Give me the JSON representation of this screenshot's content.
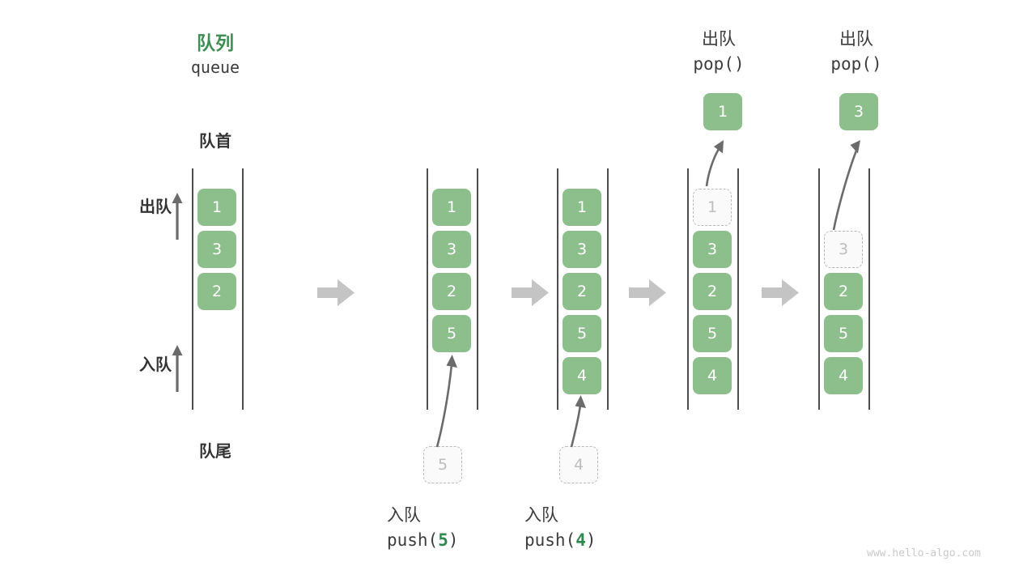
{
  "diagram": {
    "title_cn": "队列",
    "title_code": "queue",
    "front_label": "队首",
    "rear_label": "队尾",
    "dequeue_label": "出队",
    "enqueue_label": "入队",
    "watermark": "www.hello-algo.com",
    "colors": {
      "element": "#8cbf8c",
      "accent": "#3f8f55",
      "ghost_border": "#b9b9b9",
      "rail": "#4d4d4d",
      "step_arrow": "#c4c4c4",
      "curve_arrow": "#6b6b6b"
    }
  },
  "stages": [
    {
      "id": "initial",
      "cells": [
        {
          "value": "1",
          "ghost": false
        },
        {
          "value": "3",
          "ghost": false
        },
        {
          "value": "2",
          "ghost": false
        }
      ]
    },
    {
      "id": "push-5",
      "cells": [
        {
          "value": "1",
          "ghost": false
        },
        {
          "value": "3",
          "ghost": false
        },
        {
          "value": "2",
          "ghost": false
        },
        {
          "value": "5",
          "ghost": false
        }
      ],
      "incoming_value": "5",
      "op_cn": "入队",
      "op_code_pre": "push(",
      "op_code_num": "5",
      "op_code_post": ")"
    },
    {
      "id": "push-4",
      "cells": [
        {
          "value": "1",
          "ghost": false
        },
        {
          "value": "3",
          "ghost": false
        },
        {
          "value": "2",
          "ghost": false
        },
        {
          "value": "5",
          "ghost": false
        },
        {
          "value": "4",
          "ghost": false
        }
      ],
      "incoming_value": "4",
      "op_cn": "入队",
      "op_code_pre": "push(",
      "op_code_num": "4",
      "op_code_post": ")"
    },
    {
      "id": "pop-1",
      "cells": [
        {
          "value": "1",
          "ghost": true
        },
        {
          "value": "3",
          "ghost": false
        },
        {
          "value": "2",
          "ghost": false
        },
        {
          "value": "5",
          "ghost": false
        },
        {
          "value": "4",
          "ghost": false
        }
      ],
      "popped_value": "1",
      "op_cn": "出队",
      "op_code": "pop()"
    },
    {
      "id": "pop-3",
      "cells": [
        {
          "value": "",
          "ghost": false,
          "empty": true
        },
        {
          "value": "3",
          "ghost": true
        },
        {
          "value": "2",
          "ghost": false
        },
        {
          "value": "5",
          "ghost": false
        },
        {
          "value": "4",
          "ghost": false
        }
      ],
      "popped_value": "3",
      "op_cn": "出队",
      "op_code": "pop()"
    }
  ]
}
